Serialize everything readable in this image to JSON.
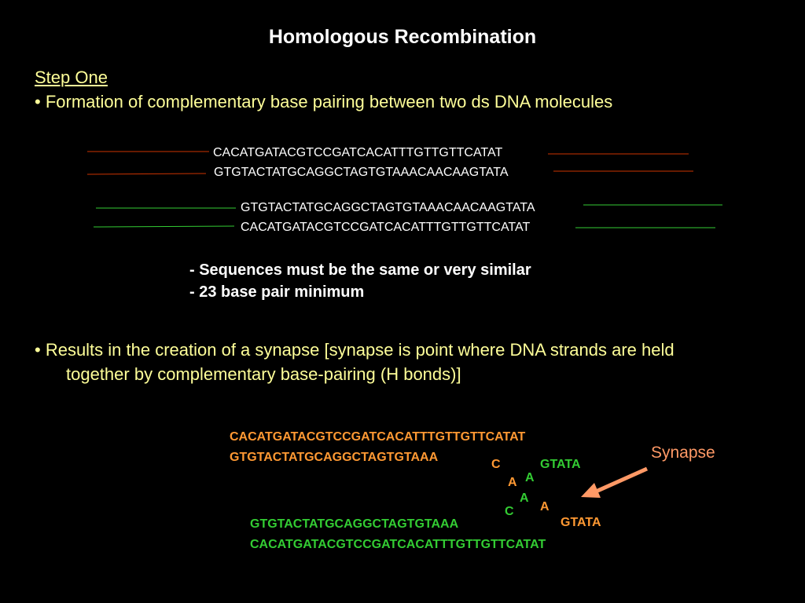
{
  "title": "Homologous Recombination",
  "step_heading": "Step One",
  "bullet1": "•  Formation of complementary base pairing between two ds DNA molecules",
  "pair1": {
    "top": "CACATGATACGTCCGATCACATTTGTTGTTCATAT",
    "bottom": "GTGTACTATGCAGGCTAGTGTAAACAACAAGTATA",
    "line_color": "#cc3300"
  },
  "pair2": {
    "top": "GTGTACTATGCAGGCTAGTGTAAACAACAAGTATA",
    "bottom": "CACATGATACGTCCGATCACATTTGTTGTTCATAT",
    "line_color": "#33cc33"
  },
  "requirements": [
    "- Sequences must be the same or very similar",
    "- 23 base pair minimum"
  ],
  "bullet2_line1": "• Results in the creation of a synapse [synapse is point where DNA strands are held",
  "bullet2_line2": "together by complementary base-pairing (H bonds)]",
  "synapse_diagram": {
    "orange_top": "CACATGATACGTCCGATCACATTTGTTGTTCATAT",
    "orange_mid": "GTGTACTATGCAGGCTAGTGTAAA",
    "green_mid_end": "GTATA",
    "green_bottom_start": "GTGTACTATGCAGGCTAGTGTAAA",
    "orange_bottom_end": "GTATA",
    "green_bottom": "CACATGATACGTCCGATCACATTTGTTGTTCATAT",
    "crossing_letters": {
      "orange_c": "C",
      "orange_a1": "A",
      "green_a1": "A",
      "green_a2": "A",
      "orange_a2": "A",
      "green_c": "C"
    },
    "label": "Synapse",
    "arrow_color": "#ff9966",
    "orange": "#ff9933",
    "green": "#33cc33"
  }
}
